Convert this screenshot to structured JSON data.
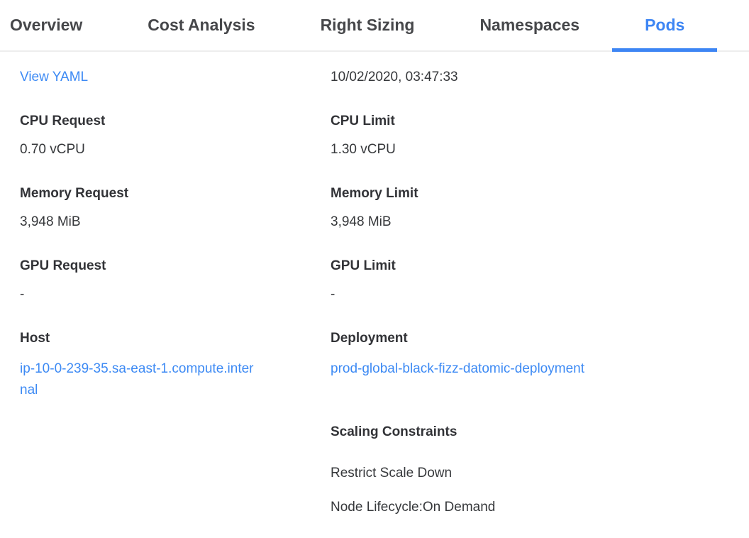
{
  "tabs": {
    "items": [
      {
        "label": "Overview",
        "active": false
      },
      {
        "label": "Cost Analysis",
        "active": false
      },
      {
        "label": "Right Sizing",
        "active": false
      },
      {
        "label": "Namespaces",
        "active": false
      },
      {
        "label": "Pods",
        "active": true
      }
    ]
  },
  "details": {
    "view_yaml_label": "View YAML",
    "timestamp": "10/02/2020, 03:47:33",
    "fields": {
      "cpu_request": {
        "label": "CPU Request",
        "value": "0.70 vCPU"
      },
      "cpu_limit": {
        "label": "CPU Limit",
        "value": "1.30 vCPU"
      },
      "memory_request": {
        "label": "Memory Request",
        "value": "3,948 MiB"
      },
      "memory_limit": {
        "label": "Memory Limit",
        "value": "3,948 MiB"
      },
      "gpu_request": {
        "label": "GPU Request",
        "value": "-"
      },
      "gpu_limit": {
        "label": "GPU Limit",
        "value": "-"
      },
      "host": {
        "label": "Host",
        "value": "ip-10-0-239-35.sa-east-1.compute.internal"
      },
      "deployment": {
        "label": "Deployment",
        "value": "prod-global-black-fizz-datomic-deployment"
      }
    },
    "scaling": {
      "label": "Scaling Constraints",
      "rows": [
        "Restrict Scale Down",
        "Node Lifecycle:On Demand"
      ]
    }
  },
  "colors": {
    "accent": "#3d85f4",
    "link": "#3d8af4",
    "tab_inactive_text": "#46474a",
    "label_text": "#323337",
    "body_text": "#36383b",
    "divider": "#ededed",
    "background": "#ffffff"
  }
}
